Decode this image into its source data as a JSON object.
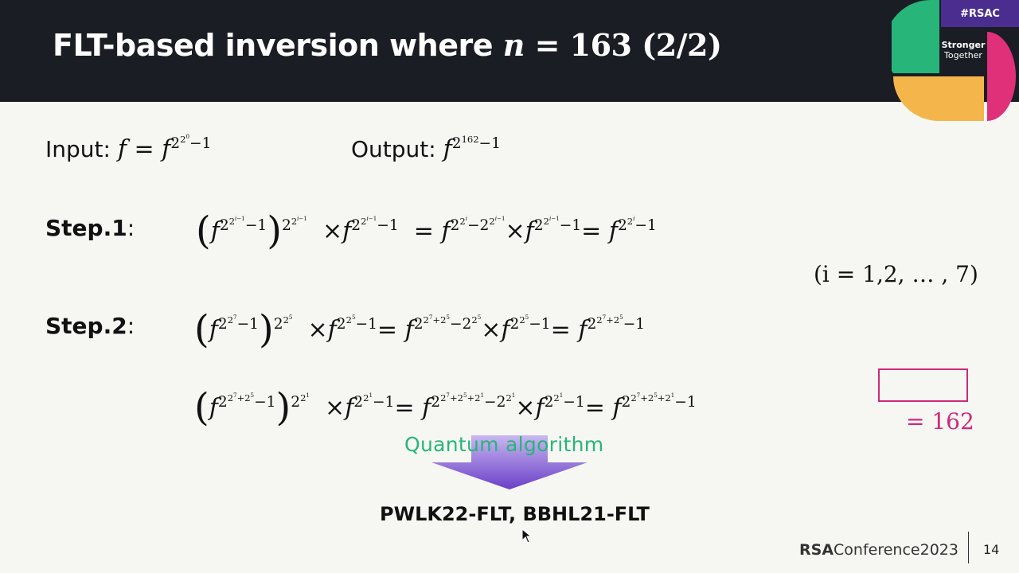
{
  "header": {
    "title_prefix": "FLT-based inversion where ",
    "title_math_var": "n",
    "title_math_rest": " = 163 (2/2)"
  },
  "logo": {
    "tag": "#RSAC",
    "line1": "Stronger",
    "line2": "Together",
    "colors": [
      "#27b57a",
      "#4a2d8f",
      "#e0307a",
      "#f4b64a"
    ]
  },
  "input": {
    "label": "Input: ",
    "var": "f",
    "eq": " = ",
    "base": "f",
    "exp_base": "2",
    "exp_exp_base": "2",
    "exp_exp_exp": "0",
    "exp_tail": "−1"
  },
  "output": {
    "label": "Output: ",
    "base": "f",
    "exp_base": "2",
    "exp_exp": "162",
    "exp_tail": "−1"
  },
  "step1": {
    "label": "Step.1",
    "colon": ":",
    "range": "(i = 1,2, … , 7)"
  },
  "step2": {
    "label": "Step.2",
    "colon": ":",
    "result": "= 162"
  },
  "arrow": {
    "label": "Quantum algorithm",
    "color": "#7b4fd0"
  },
  "refs": "PWLK22-FLT, BBHL21-FLT",
  "footer": {
    "brand_bold": "RSA",
    "brand_rest": "Conference2023",
    "page": "14"
  }
}
